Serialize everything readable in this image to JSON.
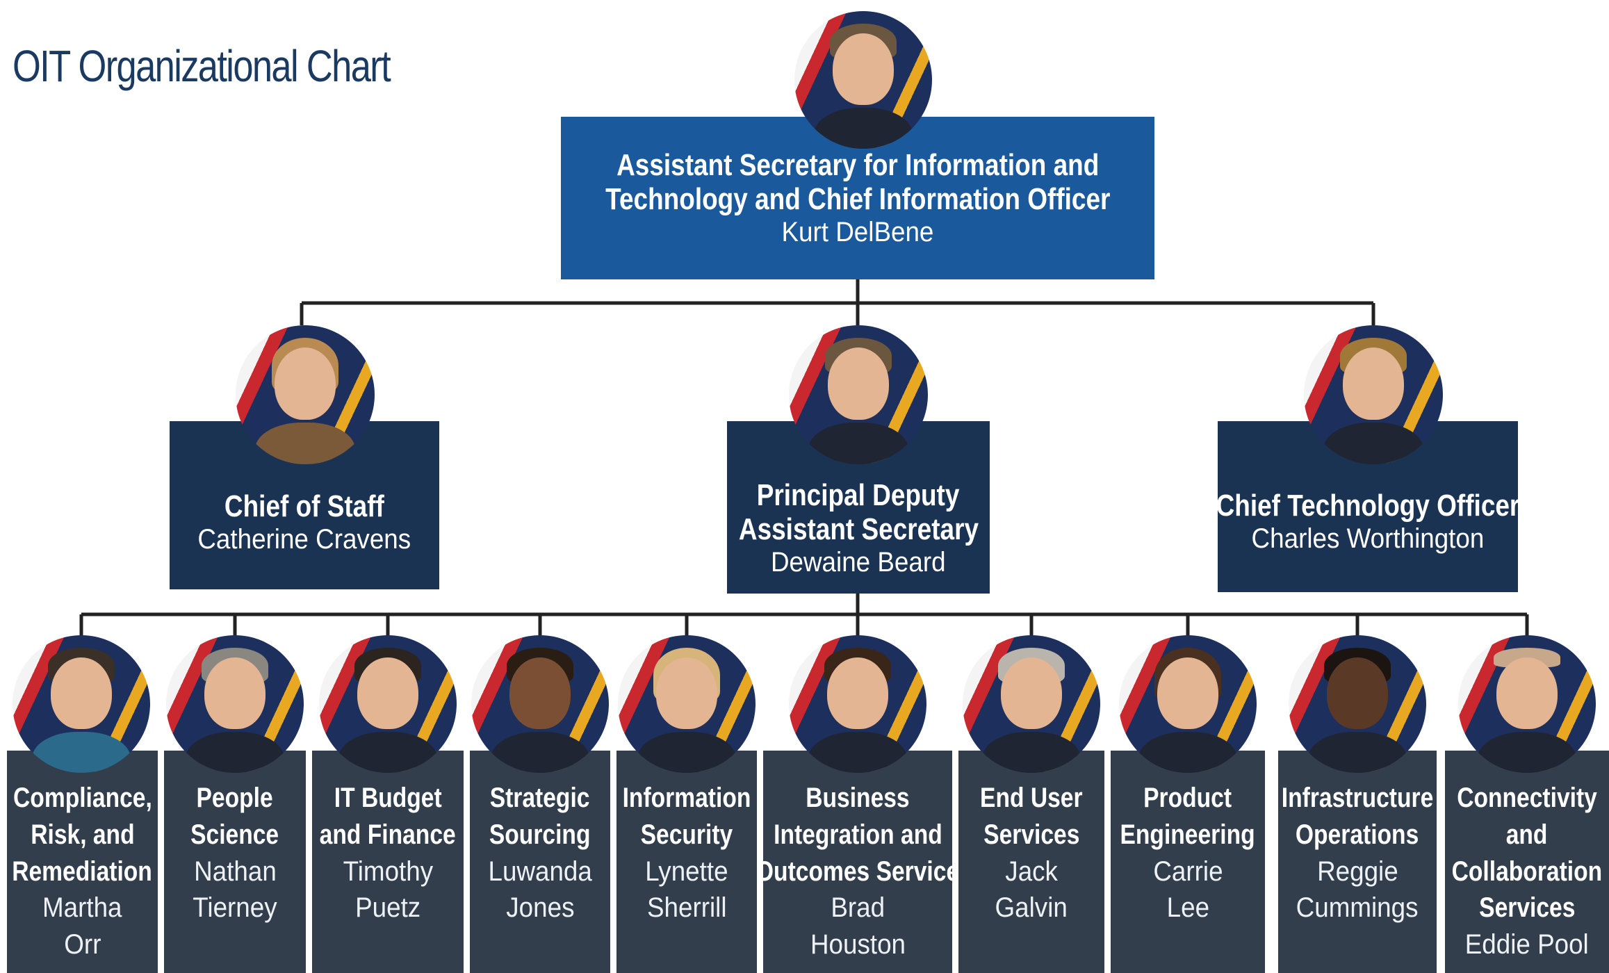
{
  "title": "OIT Organizational Chart",
  "top": {
    "role_lines": [
      "Assistant Secretary for Information and",
      "Technology and Chief Information Officer"
    ],
    "name": "Kurt DelBene"
  },
  "middle": [
    {
      "role_lines": [
        "Chief of Staff"
      ],
      "name": "Catherine Cravens"
    },
    {
      "role_lines": [
        "Principal Deputy",
        "Assistant Secretary"
      ],
      "name": "Dewaine Beard"
    },
    {
      "role_lines": [
        "Chief Technology Officer"
      ],
      "name": "Charles Worthington"
    }
  ],
  "bottom": [
    {
      "role_lines": [
        "Compliance,",
        "Risk, and",
        "Remediation"
      ],
      "name_lines": [
        "Martha",
        "Orr"
      ]
    },
    {
      "role_lines": [
        "People",
        "Science"
      ],
      "name_lines": [
        "Nathan",
        "Tierney"
      ]
    },
    {
      "role_lines": [
        "IT Budget",
        "and Finance"
      ],
      "name_lines": [
        "Timothy",
        "Puetz"
      ]
    },
    {
      "role_lines": [
        "Strategic",
        "Sourcing"
      ],
      "name_lines": [
        "Luwanda",
        "Jones"
      ]
    },
    {
      "role_lines": [
        "Information",
        "Security"
      ],
      "name_lines": [
        "Lynette",
        "Sherrill"
      ]
    },
    {
      "role_lines": [
        "Business",
        "Integration and",
        "Outcomes Service"
      ],
      "name_lines": [
        "Brad",
        "Houston"
      ]
    },
    {
      "role_lines": [
        "End User",
        "Services"
      ],
      "name_lines": [
        "Jack",
        "Galvin"
      ]
    },
    {
      "role_lines": [
        "Product",
        "Engineering"
      ],
      "name_lines": [
        "Carrie",
        "Lee"
      ]
    },
    {
      "role_lines": [
        "Infrastructure",
        "Operations"
      ],
      "name_lines": [
        "Reggie",
        "Cummings"
      ]
    },
    {
      "role_lines": [
        "Connectivity",
        "and",
        "Collaboration",
        "Services"
      ],
      "name_lines": [
        "Eddie Pool"
      ]
    }
  ],
  "colors": {
    "title": "#1b3a62",
    "top_box": "#1a5a9c",
    "middle_box": "#1b3352",
    "bottom_box": "#323e4b",
    "connector": "#222222"
  }
}
